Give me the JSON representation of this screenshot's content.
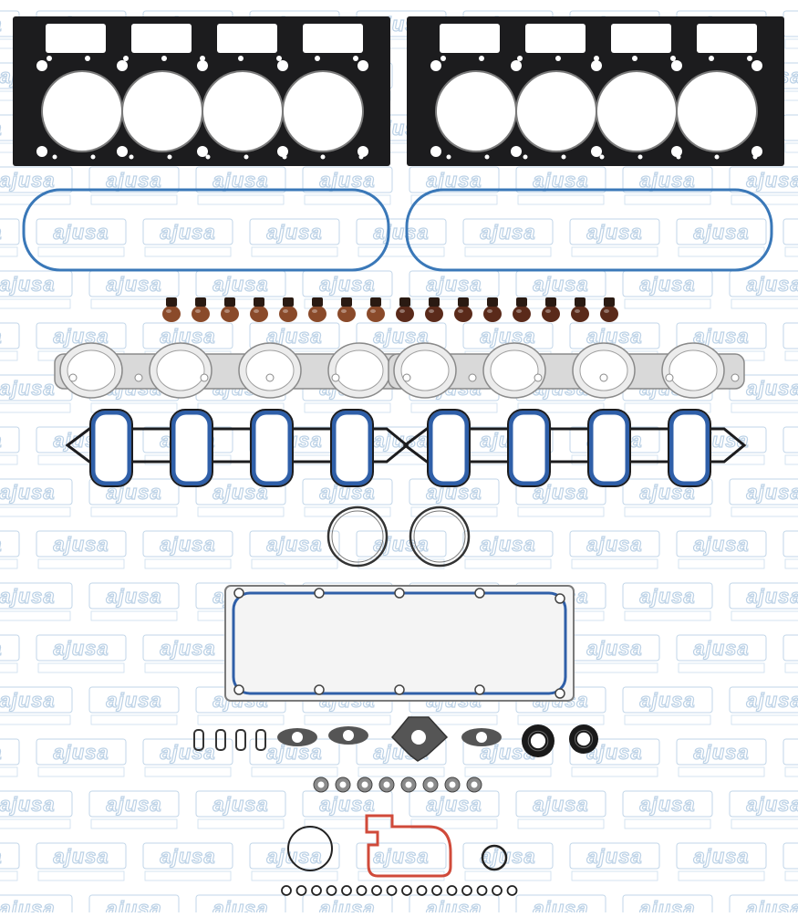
{
  "watermark": {
    "text": "ajusa",
    "color": "#8fb4d6"
  },
  "colors": {
    "head_gasket": "#1c1c1e",
    "valve_cover_gasket": "#3a78b8",
    "seal_left": "#8a4a2a",
    "seal_right": "#5a2a1a",
    "intake_rubber": "#2f5fa8",
    "red_gasket": "#d04a3a"
  },
  "parts": {
    "head_gaskets": 2,
    "valve_cover_gaskets": 2,
    "valve_stem_seals": 16,
    "exhaust_manifold_gaskets": 2,
    "intake_manifold_gaskets": 2,
    "throttle_rings": 2,
    "valley_cover_gasket": 1,
    "small_orings_bottom_row": 16
  }
}
